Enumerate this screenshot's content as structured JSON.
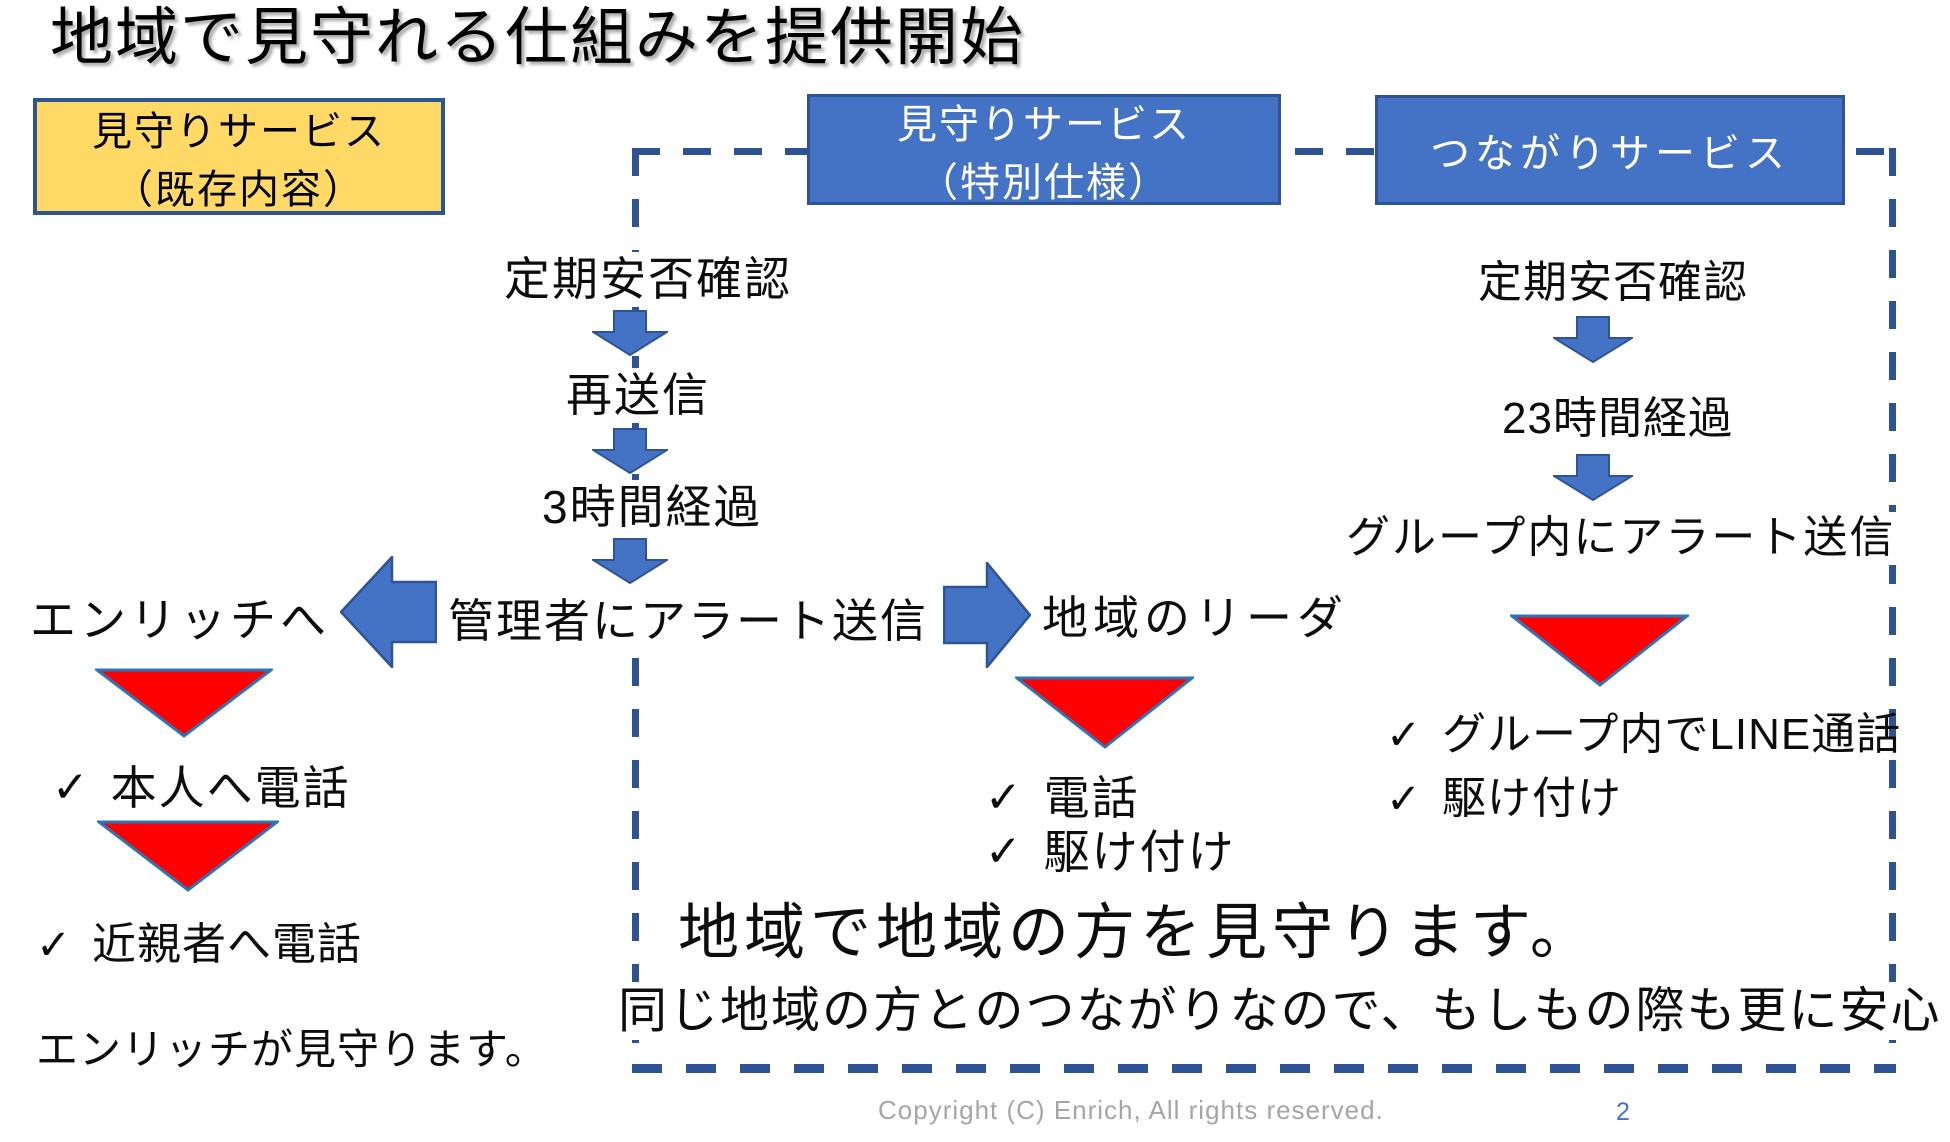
{
  "title": "地域で見守れる仕組みを提供開始",
  "legend_box": {
    "line1": "見守りサービス",
    "line2": "（既存内容）"
  },
  "special_box": {
    "line1": "見守りサービス",
    "line2": "（特別仕様）"
  },
  "tsunagari_box": {
    "label": "つながりサービス"
  },
  "center_flow": {
    "step1": "定期安否確認",
    "step2": "再送信",
    "step3": "3時間経過",
    "step4": "管理者にアラート送信"
  },
  "left_flow": {
    "dest": "エンリッチへ",
    "check1": "本人へ電話",
    "check2": "近親者へ電話",
    "note": "エンリッチが見守ります。"
  },
  "mid_flow": {
    "dest": "地域のリーダ",
    "check1": "電話",
    "check2": "駆け付け"
  },
  "right_flow": {
    "step1": "定期安否確認",
    "step2": "23時間経過",
    "step3": "グループ内にアラート送信",
    "check1": "グループ内でLINE通話",
    "check2": "駆け付け"
  },
  "bottom": {
    "headline": "地域で地域の方を見守ります。",
    "subline": "同じ地域の方とのつながりなので、もしもの際も更に安心"
  },
  "footer": {
    "copyright": "Copyright (C) Enrich, All rights reserved.",
    "page_number": "2"
  },
  "icons": {
    "check": "✓"
  },
  "colors": {
    "accent_blue": "#4472C4",
    "dark_blue_border": "#2F5496",
    "dash_blue": "#2E5395",
    "legend_yellow": "#FFD966",
    "alert_red": "#FF0000",
    "footer_gray": "#A6A6A6"
  }
}
